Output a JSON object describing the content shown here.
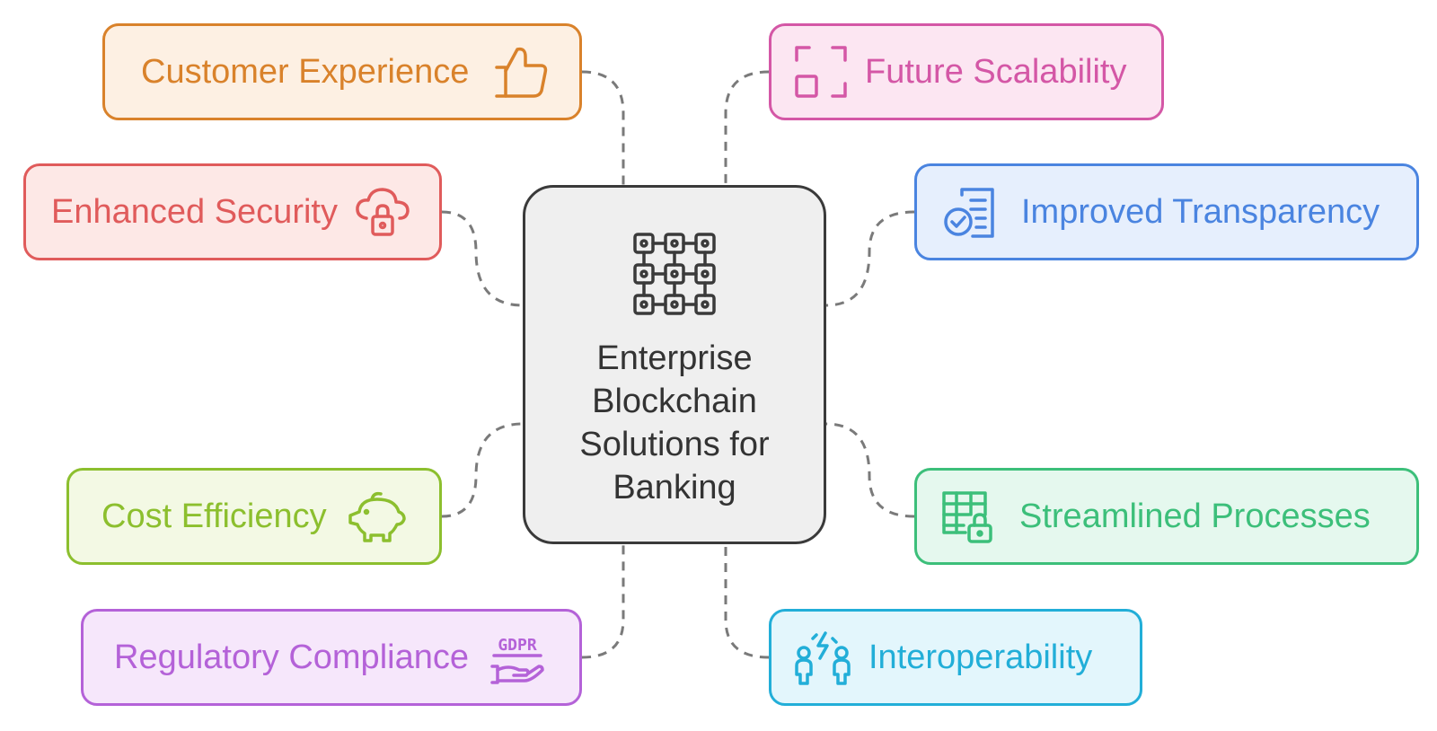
{
  "center": {
    "title": "Enterprise Blockchain Solutions for Banking",
    "icon": "blockchain-grid-icon",
    "color": "#3a3a3a",
    "fill": "#efefef"
  },
  "nodes": {
    "customer_experience": {
      "label": "Customer Experience",
      "icon": "thumbs-up-icon",
      "color": "#d9822b",
      "fill": "#fdf0e3"
    },
    "enhanced_security": {
      "label": "Enhanced Security",
      "icon": "cloud-lock-icon",
      "color": "#e05b5b",
      "fill": "#fde8e6"
    },
    "cost_efficiency": {
      "label": "Cost Efficiency",
      "icon": "piggy-bank-icon",
      "color": "#8cbf2e",
      "fill": "#f3f9e4"
    },
    "regulatory_compliance": {
      "label": "Regulatory Compliance",
      "icon": "gdpr-hand-icon",
      "color": "#b462d8",
      "fill": "#f6e7fb"
    },
    "future_scalability": {
      "label": "Future Scalability",
      "icon": "scale-frame-icon",
      "color": "#d457a6",
      "fill": "#fce6f2"
    },
    "improved_transparency": {
      "label": "Improved Transparency",
      "icon": "document-check-icon",
      "color": "#4a84e0",
      "fill": "#e6effd"
    },
    "streamlined_processes": {
      "label": "Streamlined Processes",
      "icon": "table-lock-icon",
      "color": "#3cbf7a",
      "fill": "#e5f8ee"
    },
    "interoperability": {
      "label": "Interoperability",
      "icon": "people-exchange-icon",
      "color": "#22aed8",
      "fill": "#e3f6fc"
    }
  }
}
